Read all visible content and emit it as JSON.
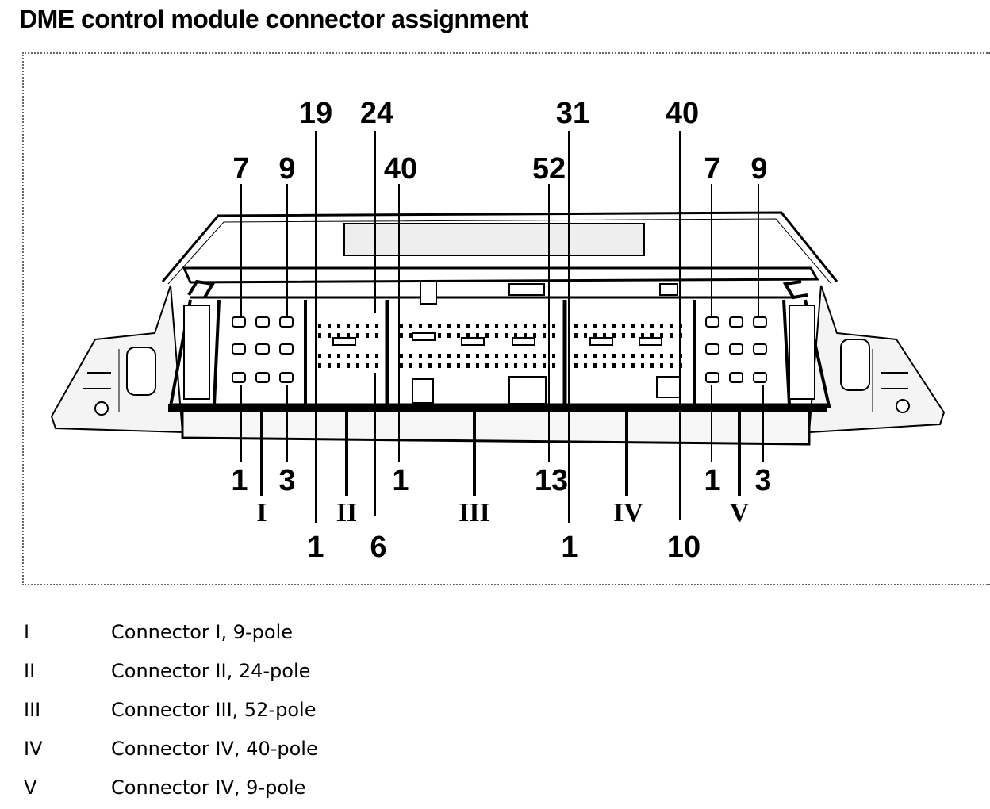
{
  "title": "DME control module connector assignment",
  "pin_labels": {
    "c1_top_left": "7",
    "c1_top_right": "9",
    "c1_bottom_left": "1",
    "c1_bottom_right": "3",
    "c2_top_left": "19",
    "c2_top_right": "24",
    "c2_bottom_left": "1",
    "c2_bottom_right": "6",
    "c3_top_left": "40",
    "c3_top_right": "52",
    "c3_bottom_left": "1",
    "c3_bottom_right": "13",
    "c4_top_left": "31",
    "c4_top_right": "40",
    "c4_bottom_left": "1",
    "c4_bottom_right": "10",
    "c5_top_left": "7",
    "c5_top_right": "9",
    "c5_bottom_left": "1",
    "c5_bottom_right": "3"
  },
  "connector_numerals": [
    "I",
    "II",
    "III",
    "IV",
    "V"
  ],
  "legend": [
    {
      "code": "I",
      "text": "Connector I, 9-pole"
    },
    {
      "code": "II",
      "text": "Connector II, 24-pole"
    },
    {
      "code": "III",
      "text": "Connector III, 52-pole"
    },
    {
      "code": "IV",
      "text": "Connector IV, 40-pole"
    },
    {
      "code": "V",
      "text": "Connector IV, 9-pole"
    }
  ]
}
